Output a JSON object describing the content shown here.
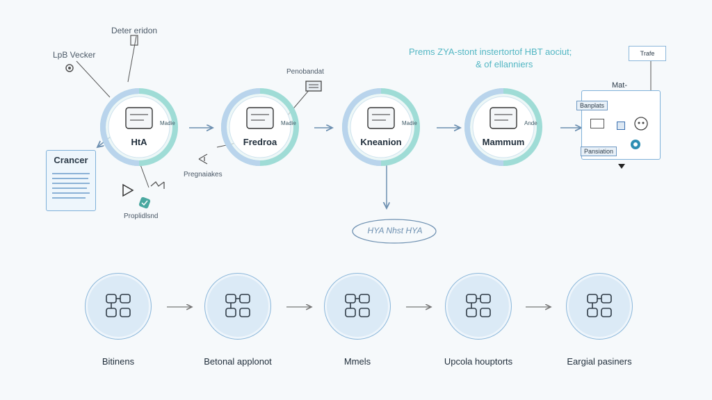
{
  "annotations": {
    "top": "Deter eridon",
    "left": "LpB Vecker",
    "sticker": "Penobandat",
    "below1": "Pregnaiakes",
    "below2": "Proplidlsnd",
    "note_line1": "Prems ZYA-stont instertortof HBT aociut;",
    "note_line2": "& of ellanniers",
    "oval": "HYA Nhst HYA"
  },
  "left_card": {
    "title": "Crancer"
  },
  "stages": [
    {
      "label": "HtA",
      "side": "Madie"
    },
    {
      "label": "Fredroa",
      "side": "Madie"
    },
    {
      "label": "Kneanion",
      "side": "Madie"
    },
    {
      "label": "Mammum",
      "side": "Ande"
    }
  ],
  "right_panel": {
    "tab": "Trafe",
    "title": "Mat-",
    "item1": "Banplats",
    "item2": "Pansiation"
  },
  "bottom_steps": [
    {
      "label": "Bitinens"
    },
    {
      "label": "Betonal applonot"
    },
    {
      "label": "Mmels"
    },
    {
      "label": "Upcola houptorts"
    },
    {
      "label": "Eargial pasiners"
    }
  ],
  "colors": {
    "teal": "#7ecfc9",
    "blue": "#7fb1d9",
    "accent_text": "#52b6c3"
  }
}
